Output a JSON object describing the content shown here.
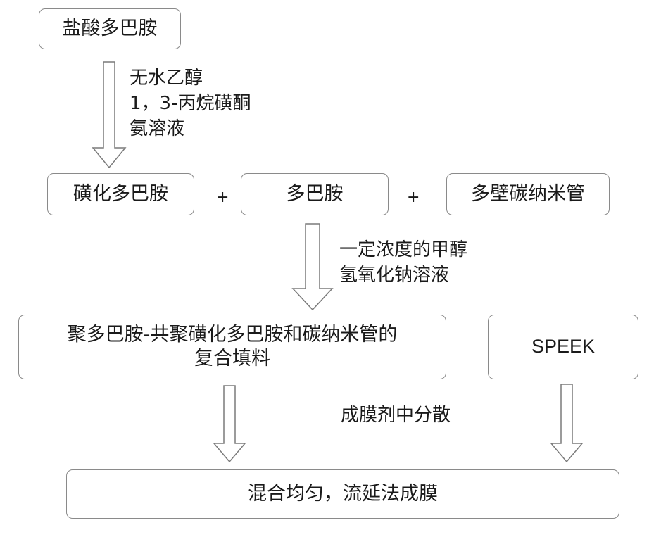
{
  "nodes": {
    "dopamine_hcl": "盐酸多巴胺",
    "sulfonated_dopamine": "磺化多巴胺",
    "dopamine": "多巴胺",
    "mwcnt": "多壁碳纳米管",
    "composite_filler_line1": "聚多巴胺-共聚磺化多巴胺和碳纳米管的",
    "composite_filler_line2": "复合填料",
    "speek": "SPEEK",
    "final_step": "混合均匀，流延法成膜"
  },
  "conditions": {
    "step1": [
      "无水乙醇",
      "1，3-丙烷磺酮",
      "氨溶液"
    ],
    "step2": [
      "一定浓度的甲醇",
      "氢氧化钠溶液"
    ],
    "step3": "成膜剂中分散"
  },
  "operators": {
    "plus_1": "+",
    "plus_2": "+"
  }
}
